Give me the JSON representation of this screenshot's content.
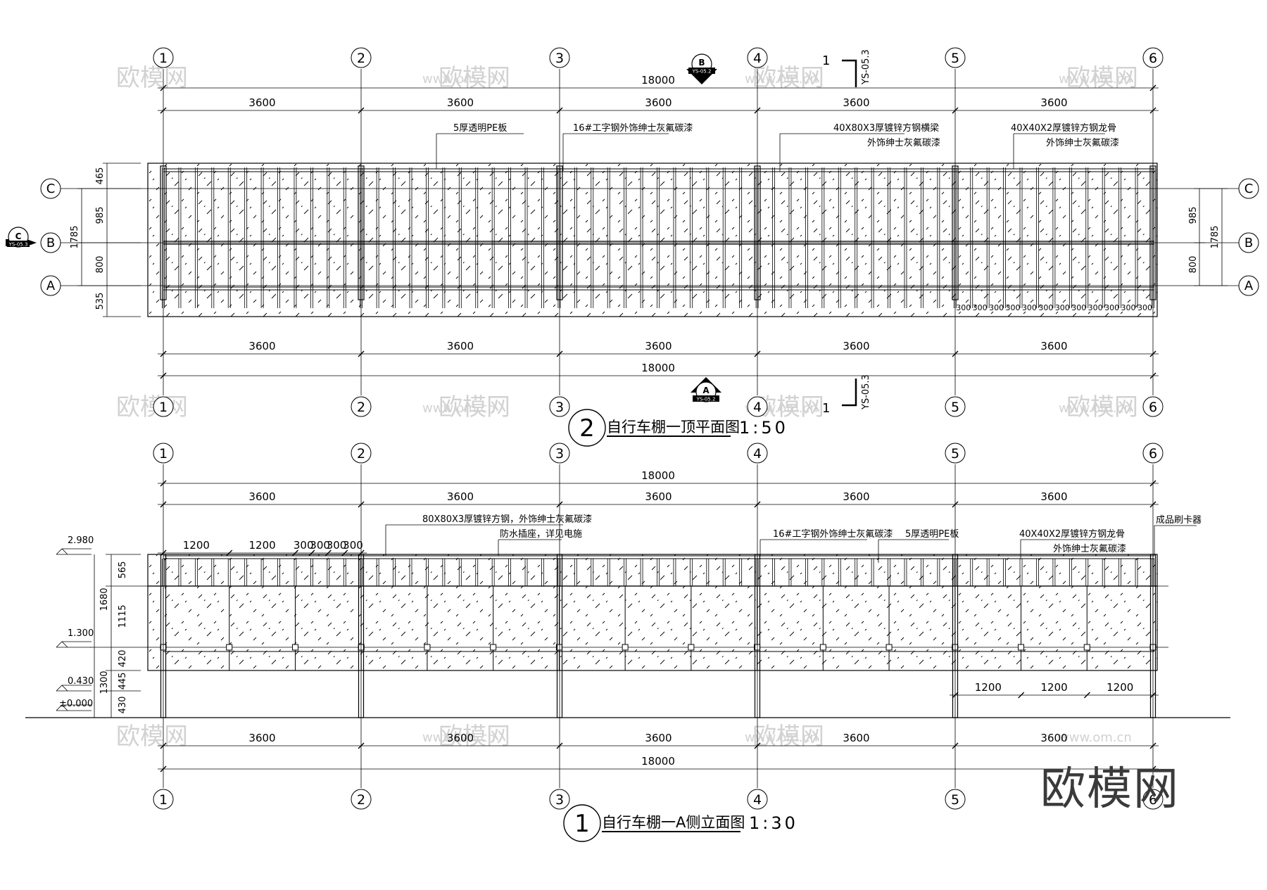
{
  "watermark_site": "www.om.cn",
  "watermark_cn": "欧模网",
  "brand_logo": "欧模网",
  "grid_labels": [
    "1",
    "2",
    "3",
    "4",
    "5",
    "6"
  ],
  "row_labels": [
    "C",
    "B",
    "A"
  ],
  "plan": {
    "title_number": "2",
    "title": "自行车棚一顶平面图",
    "scale": "1:50",
    "total_dim": "18000",
    "bay_dim": "3600",
    "left_dims": [
      "465",
      "985",
      "800",
      "535"
    ],
    "left_total": "1785",
    "right_dims": [
      "985",
      "800"
    ],
    "right_total": "1785",
    "rib_spacing": "300",
    "section_left": {
      "letter": "C",
      "ref": "YS-05.3"
    },
    "section_top": {
      "letter": "B",
      "ref": "YS-05.2"
    },
    "section_bottom": {
      "letter": "A",
      "ref": "YS-05.2"
    },
    "cut_number": "1",
    "cut_ref": "YS-05.3",
    "notes": [
      "5厚透明PE板",
      "16#工字钢外饰绅士灰氟碳漆",
      "40X80X3厚镀锌方钢横梁",
      "外饰绅士灰氟碳漆",
      "40X40X2厚镀锌方钢龙骨",
      "外饰绅士灰氟碳漆"
    ]
  },
  "elevation": {
    "title_number": "1",
    "title": "自行车棚一A侧立面图",
    "scale": "1:30",
    "total_dim": "18000",
    "bay_dim": "3600",
    "sub_dims": [
      "1200",
      "1200",
      "300",
      "300",
      "300",
      "300"
    ],
    "bottom_right_dims": [
      "1200",
      "1200",
      "1200"
    ],
    "left_dims": [
      "565",
      "1115",
      "420",
      "445",
      "430"
    ],
    "left_totals": [
      "1680",
      "1300"
    ],
    "levels": [
      "2.980",
      "1.300",
      "0.430",
      "±0.000"
    ],
    "notes": [
      "80X80X3厚镀锌方钢，外饰绅士灰氟碳漆",
      "防水插座，详见电施",
      "16#工字钢外饰绅士灰氟碳漆",
      "5厚透明PE板",
      "40X40X2厚镀锌方钢龙骨",
      "外饰绅士灰氟碳漆",
      "成品刷卡器"
    ]
  }
}
